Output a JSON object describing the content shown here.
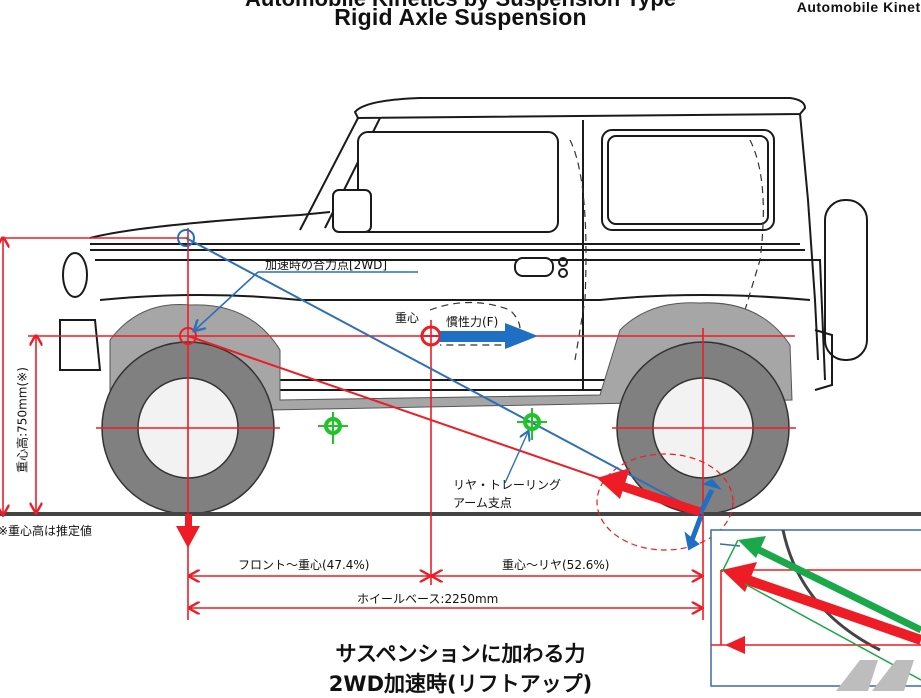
{
  "header": {
    "title_partial": "Automobile Kinetics by Suspension Type",
    "title": "Rigid Axle Suspension",
    "brand": "Automobile Kineti"
  },
  "labels": {
    "resultant_point": "加速時の合力点[2WD]",
    "center_of_gravity": "重心",
    "inertia_force": "慣性力(F)",
    "cg_height": "重心高:750mm(※)",
    "cg_note": "※重心高は推定値",
    "trailing_arm_pivot_line1": "リヤ・トレーリング",
    "trailing_arm_pivot_line2": "アーム支点",
    "front_to_cg": "フロント〜重心(47.4%)",
    "cg_to_rear": "重心〜リヤ(52.6%)",
    "wheelbase": "ホイールベース:2250mm"
  },
  "caption": {
    "line1": "サスペンションに加わる力",
    "line2": "2WD加速時(リフトアップ)"
  },
  "specs": {
    "wheelbase_mm": 2250,
    "cg_height_mm": 750,
    "front_to_cg_pct": 47.4,
    "cg_to_rear_pct": 52.6
  },
  "colors": {
    "dimension_red": "#ee1c24",
    "force_blue": "#1f6fc4",
    "pivot_green": "#22c22b",
    "arrow_green": "#1aa84a",
    "tire_dark": "#808080",
    "tire_light": "#f2f2f2",
    "fender_gray": "#a6a6a6",
    "ground": "#444444",
    "inset_border": "#3b6aa8"
  }
}
